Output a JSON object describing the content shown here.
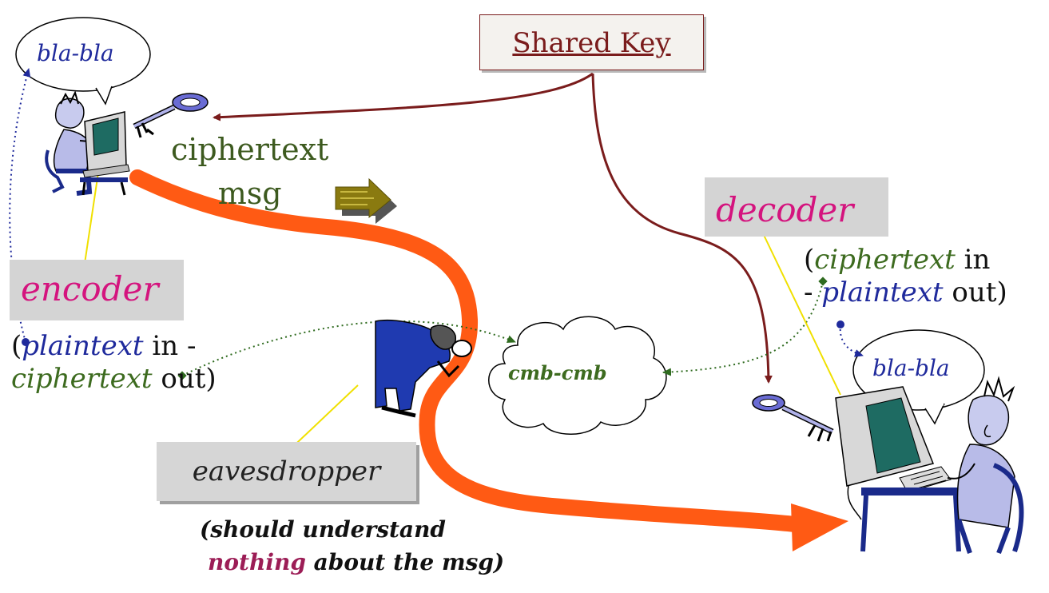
{
  "shared_key_label": "Shared Key",
  "left_bubble_text": "bla-bla",
  "right_bubble_text": "bla-bla",
  "ciphertext_label": "ciphertext",
  "msg_label": "msg",
  "encoder_label": "encoder",
  "encoder_desc": {
    "open": "(",
    "plaintext": "plaintext",
    "in": " in -",
    "ciphertext": "ciphertext",
    "out": " out)"
  },
  "decoder_label": "decoder",
  "decoder_desc": {
    "open": "(",
    "ciphertext": "ciphertext",
    "in": " in",
    "dash": "- ",
    "plaintext": "plaintext",
    "out": " out)"
  },
  "cloud_text": "cmb-cmb",
  "eavesdropper_label": "eavesdropper",
  "eavesdropper_note": {
    "line1": "(should understand",
    "nothing": "nothing",
    "rest": " about the msg)"
  },
  "colors": {
    "shared_key_arrow": "#7a1c1c",
    "message_path": "#ff5a14",
    "emphasis_magenta": "#d4147e",
    "plaintext_blue": "#1f2a9c",
    "ciphertext_green": "#3d6b1f",
    "pointer_yellow": "#f0e000"
  }
}
